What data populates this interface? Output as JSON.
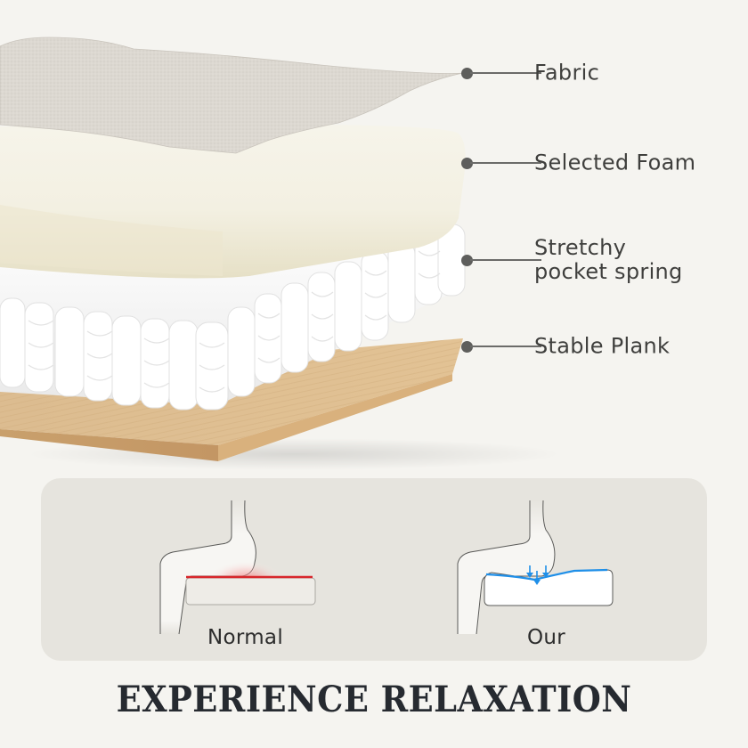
{
  "layers": {
    "fabric": {
      "label": "Fabric",
      "color": "#dcd8d1"
    },
    "foam": {
      "label": "Selected Foam",
      "color": "#f5f3e6"
    },
    "spring": {
      "label_line1": "Stretchy",
      "label_line2": "pocket spring",
      "color": "#f7f7f7"
    },
    "plank": {
      "label": "Stable Plank",
      "color": "#dcbb8e"
    }
  },
  "callout_style": {
    "dot_color": "#5e5e5c",
    "line_color": "#6b6b69",
    "text_color": "#3f3f3d"
  },
  "comparison": {
    "normal": {
      "label": "Normal",
      "pressure_color": "#e0252a",
      "icon": "pressure-hotspot-icon"
    },
    "ours": {
      "label": "Our",
      "support_color": "#1f8fe8",
      "icon": "even-support-arrows-icon"
    }
  },
  "headline": {
    "text": "EXPERIENCE RELAXATION"
  }
}
